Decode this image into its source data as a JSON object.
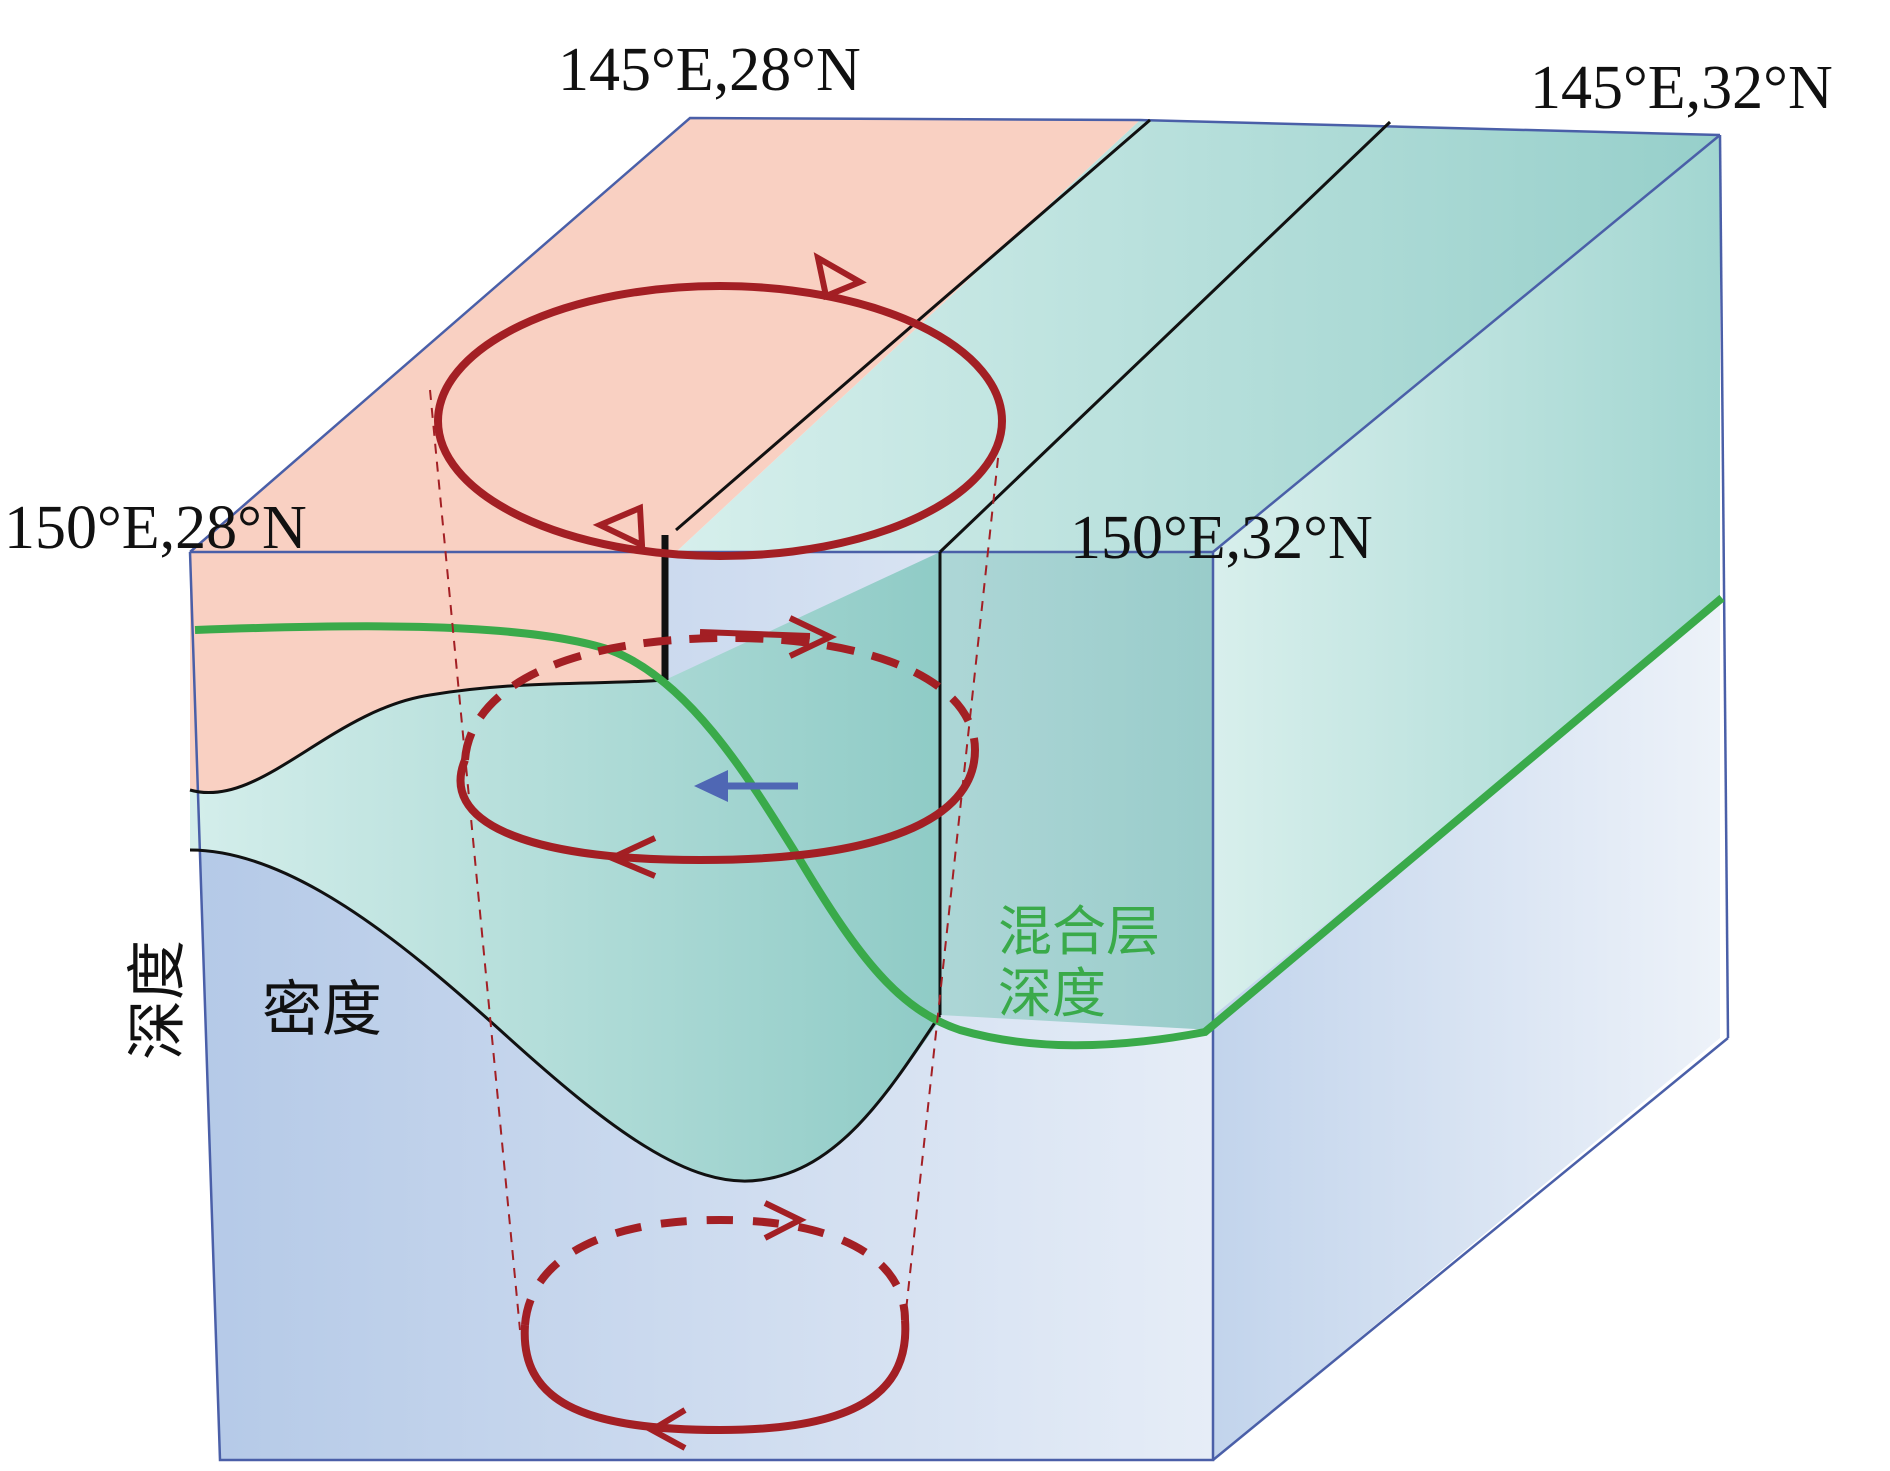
{
  "labels": {
    "corner_145_28": "145°E,28°N",
    "corner_145_32": "145°E,32°N",
    "corner_150_28": "150°E,28°N",
    "corner_150_32": "150°E,32°N",
    "depth_axis": "深度",
    "density": "密度",
    "mixed_layer_line1": "混合层",
    "mixed_layer_line2": "深度"
  },
  "colors": {
    "warm_surface": "#f9d0c2",
    "cool_surface": "#bfe3df",
    "teal_layer": "#9fd4cf",
    "deep_water": "#c6d6ec",
    "deep_water_dark": "#a8c0e2",
    "side_face": "#dfe7f3",
    "eddy_red": "#a31f24",
    "mixed_layer_green": "#3aaa4a",
    "flow_arrow_blue": "#4f67b4",
    "edge_blue": "#4a5fa8"
  }
}
